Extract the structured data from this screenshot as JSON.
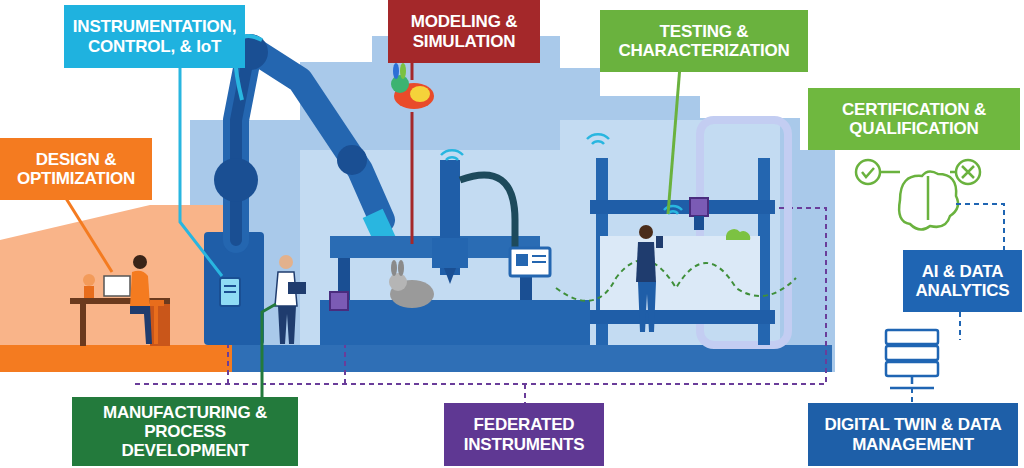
{
  "diagram": {
    "nodes": [
      {
        "text": [
          "INSTRUMENTATION, CONTROL, & IoT"
        ]
      },
      {
        "text": [
          "MODELING & SIMULATION"
        ]
      },
      {
        "text": [
          "TESTING & CHARACTERIZATION"
        ]
      },
      {
        "text": [
          "CERTIFICATION & QUALIFICATION"
        ]
      },
      {
        "text": [
          "DESIGN & OPTIMIZATION"
        ]
      },
      {
        "text": [
          "AI & DATA ANALYTICS"
        ]
      },
      {
        "text": [
          "MANUFACTURING & PROCESS DEVELOPMENT"
        ]
      },
      {
        "text": [
          "FEDERATED INSTRUMENTS"
        ]
      },
      {
        "text": [
          "DIGITAL TWIN & DATA MANAGEMENT"
        ]
      }
    ]
  }
}
